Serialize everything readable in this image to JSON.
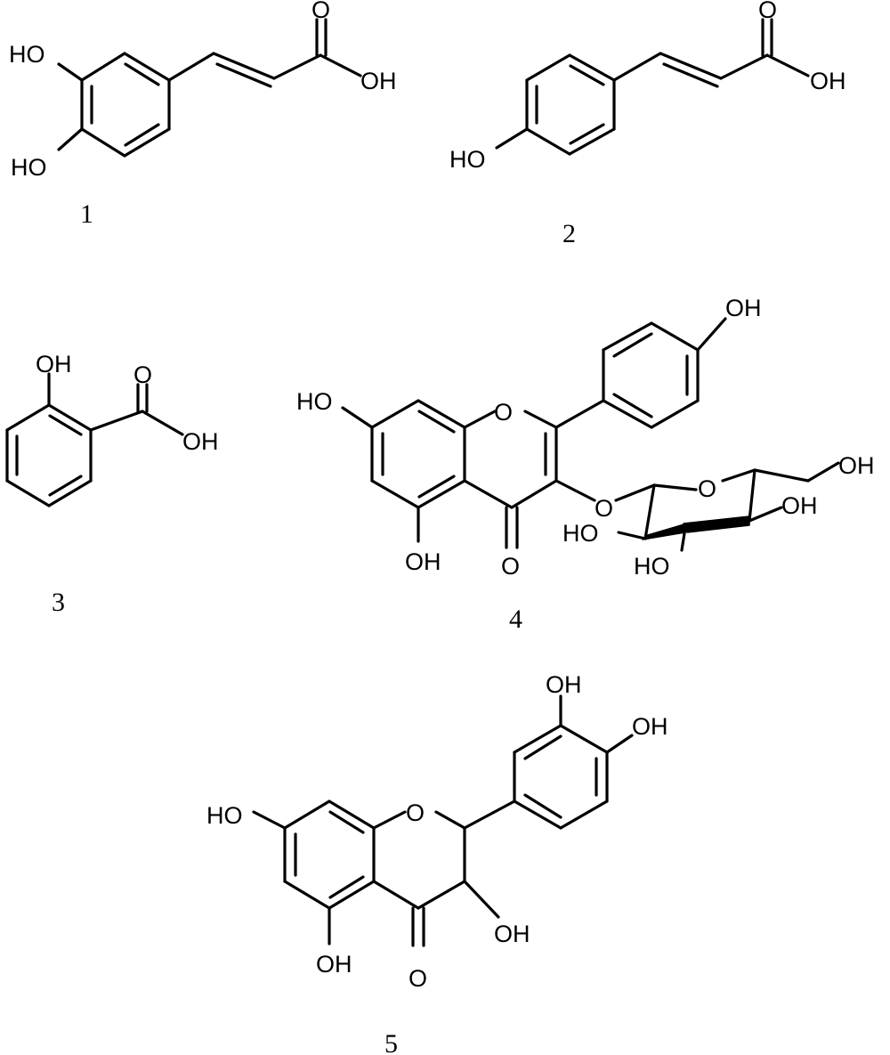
{
  "figure": {
    "compounds": [
      {
        "number": "1",
        "atoms": [
          "HO",
          "HO",
          "O",
          "OH"
        ]
      },
      {
        "number": "2",
        "atoms": [
          "HO",
          "O",
          "OH"
        ]
      },
      {
        "number": "3",
        "atoms": [
          "OH",
          "O",
          "OH"
        ]
      },
      {
        "number": "4",
        "atoms": [
          "OH",
          "HO",
          "O",
          "OH",
          "O",
          "O",
          "O",
          "OH",
          "OH",
          "HO",
          "HO"
        ]
      },
      {
        "number": "5",
        "atoms": [
          "OH",
          "OH",
          "HO",
          "O",
          "OH",
          "OH",
          "O"
        ]
      }
    ]
  }
}
